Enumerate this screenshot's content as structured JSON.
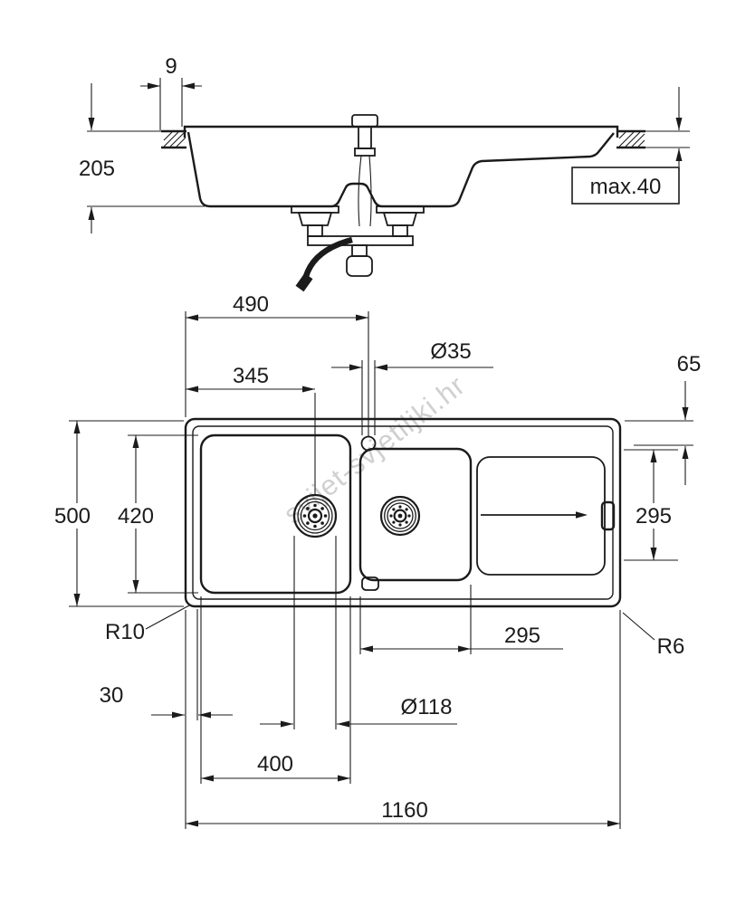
{
  "watermark": "svijet-svjetiljki.hr",
  "colors": {
    "ink": "#1b1b1b",
    "watermark": "#c8c8c8"
  },
  "section": {
    "rim_height": "9",
    "bowl_depth": "205",
    "max_counter": "max.40"
  },
  "plan": {
    "faucet_offset": "490",
    "faucet_hole_dia": "Ø35",
    "right_edge_offset": "65",
    "drain_offset": "345",
    "overall_depth": "500",
    "left_bowl_length": "420",
    "drainboard_length": "295",
    "inner_radius": "R10",
    "outer_radius": "R6",
    "rim_width": "30",
    "right_bowl_width": "295",
    "drain_dia": "Ø118",
    "left_bowl_width": "400",
    "overall_width": "1160"
  }
}
